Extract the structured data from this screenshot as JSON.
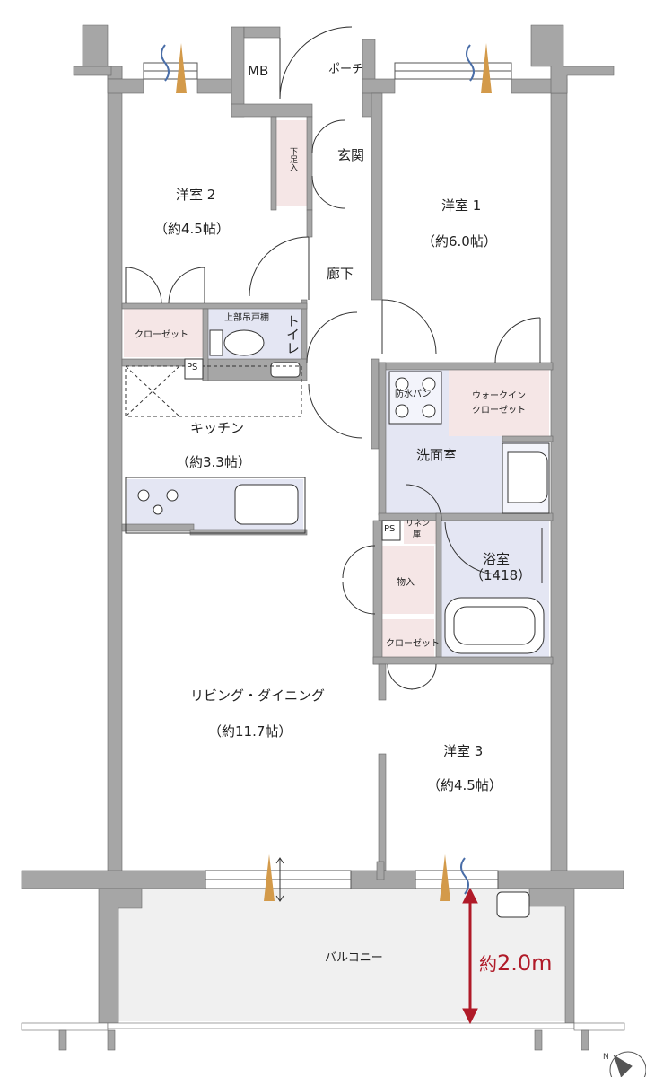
{
  "rooms": {
    "mb": "MB",
    "porch": "ポーチ",
    "shoe_storage": "下足入",
    "entrance": "玄関",
    "western_room_2": {
      "name": "洋室 2",
      "size": "（約4.5帖）"
    },
    "western_room_1": {
      "name": "洋室 1",
      "size": "（約6.0帖）"
    },
    "hallway": "廊下",
    "closet_left": "クローゼット",
    "upper_cabinet": "上部吊戸棚",
    "toilet": "トイレ",
    "ps_1": "PS",
    "walk_in_closet": {
      "line1": "ウォークイン",
      "line2": "クローゼット"
    },
    "waterproof_pan": "防水パン",
    "kitchen": {
      "name": "キッチン",
      "size": "（約3.3帖）"
    },
    "washroom": "洗面室",
    "ps_2": "PS",
    "linen": {
      "line1": "リネン",
      "line2": "庫"
    },
    "bathroom": {
      "name": "浴室",
      "size": "（1418）"
    },
    "storage": "物入",
    "closet_right": "クローゼット",
    "living_dining": {
      "name": "リビング・ダイニング",
      "size": "（約11.7帖）"
    },
    "western_room_3": {
      "name": "洋室 3",
      "size": "（約4.5帖）"
    },
    "balcony": "バルコニー"
  },
  "dimension": {
    "prefix": "約",
    "value": "2.0m"
  },
  "compass": "N",
  "colors": {
    "wall": "#a6a6a6",
    "wet_area": "#e4e6f3",
    "closet": "#f5e6e6",
    "balcony": "#f0f0f0",
    "dimension": "#b01a28",
    "vent_orange": "#d39a4a"
  }
}
